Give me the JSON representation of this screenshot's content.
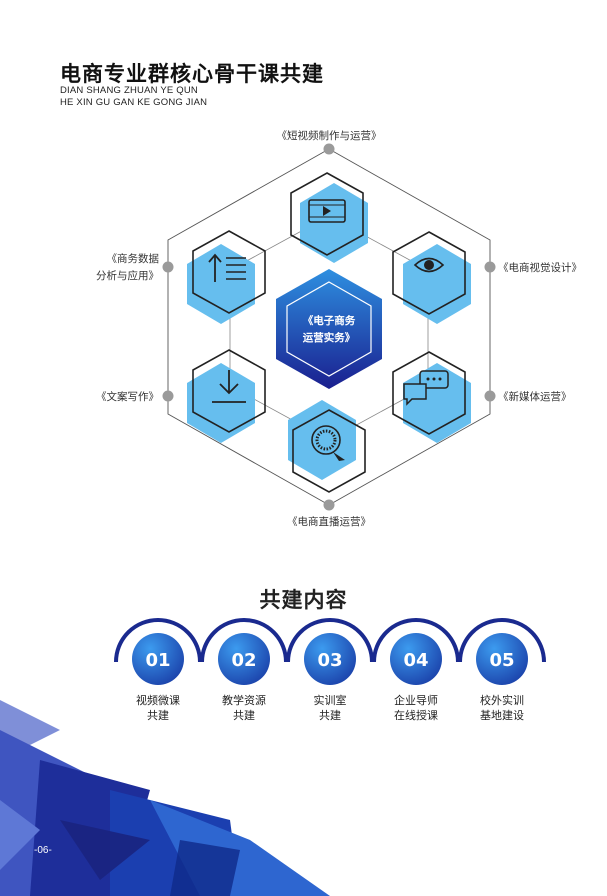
{
  "header": {
    "title": "电商专业群核心骨干课共建",
    "subtitle_line1": "DIAN SHANG ZHUAN YE QUN",
    "subtitle_line2": "HE XIN GU GAN KE GONG JIAN"
  },
  "diagram": {
    "center_line1": "《电子商务",
    "center_line2": "运营实务》",
    "courses": [
      {
        "lines": [
          "《短视频制作与运营》"
        ],
        "icon": "play-icon"
      },
      {
        "lines": [
          "《电商视觉设计》"
        ],
        "icon": "eye-icon"
      },
      {
        "lines": [
          "《新媒体运营》"
        ],
        "icon": "chat-icon"
      },
      {
        "lines": [
          "《电商直播运营》"
        ],
        "icon": "live-icon"
      },
      {
        "lines": [
          "《文案写作》"
        ],
        "icon": "download-icon"
      },
      {
        "lines": [
          "《商务数据",
          "分析与应用》"
        ],
        "icon": "sort-list-icon"
      }
    ],
    "colors": {
      "light_blue": "#66BEEE",
      "dark_blue": "#1A1F8F",
      "mid_blue": "#2A73D0",
      "line": "#333333"
    }
  },
  "section": {
    "title": "共建内容"
  },
  "steps": [
    {
      "num": "01",
      "line1": "视频微课",
      "line2": "共建"
    },
    {
      "num": "02",
      "line1": "教学资源",
      "line2": "共建"
    },
    {
      "num": "03",
      "line1": "实训室",
      "line2": "共建"
    },
    {
      "num": "04",
      "line1": "企业导师",
      "line2": "在线授课"
    },
    {
      "num": "05",
      "line1": "校外实训",
      "line2": "基地建设"
    }
  ],
  "footer": {
    "page_number": "-06-"
  }
}
